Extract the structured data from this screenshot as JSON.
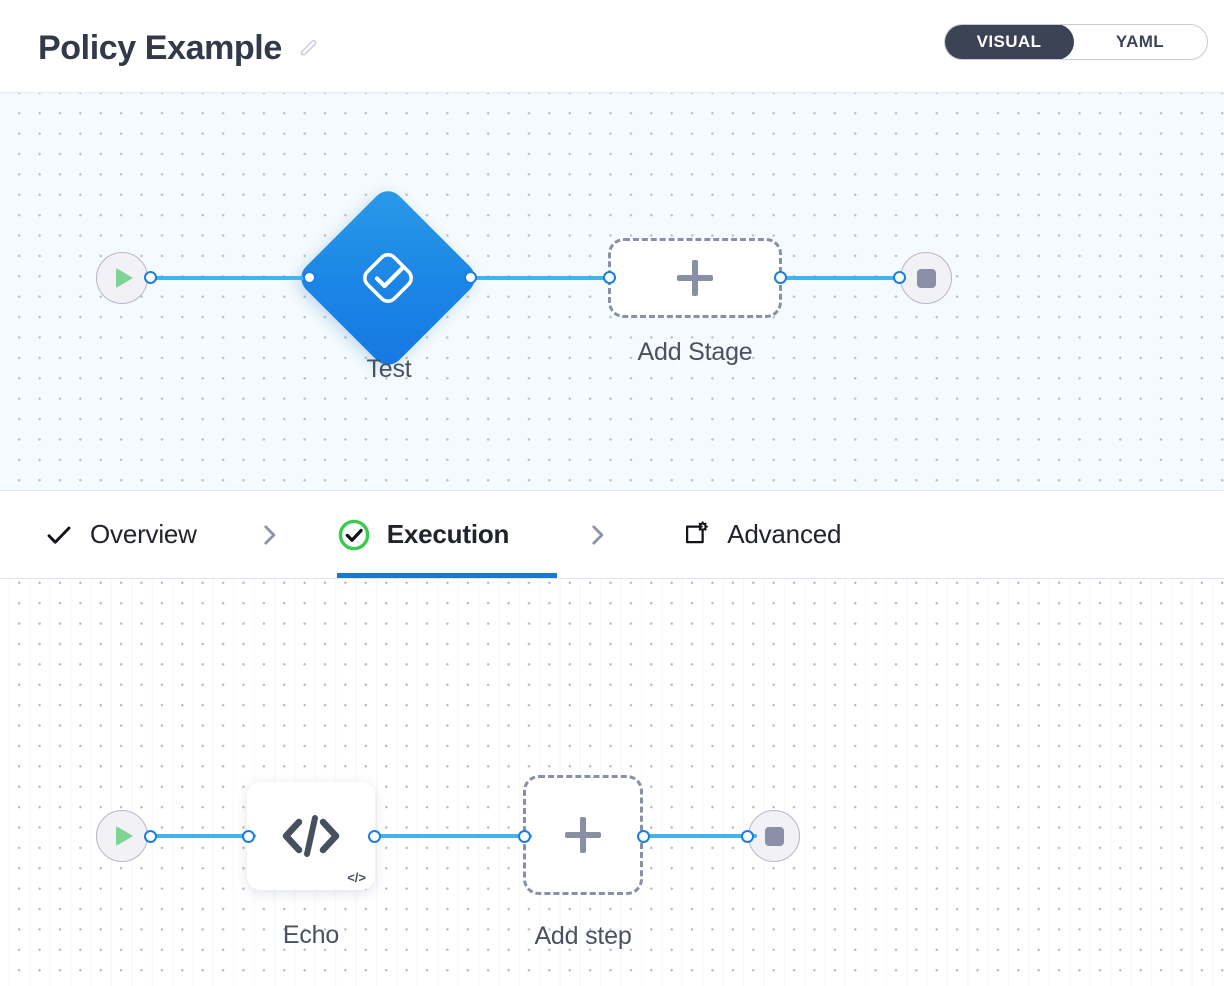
{
  "header": {
    "title": "Policy Example",
    "edit_icon": "pencil-icon",
    "mode_toggle": {
      "options": [
        "VISUAL",
        "YAML"
      ],
      "active": "VISUAL",
      "active_bg": "#3c4354"
    }
  },
  "stage_canvas": {
    "start_node": {
      "name": "start",
      "icon": "play-icon",
      "icon_color": "#7ed492"
    },
    "stage": {
      "label": "Test",
      "icon": "checklist-diamond-icon",
      "color": "#1b85e6"
    },
    "add_stage": {
      "label": "Add Stage",
      "icon": "plus-icon"
    },
    "end_node": {
      "name": "end",
      "icon": "stop-icon",
      "icon_color": "#8b90a8"
    },
    "link_color": "#43b3ee"
  },
  "tabs": [
    {
      "label": "Overview",
      "icon": "check-icon",
      "active": false
    },
    {
      "label": "Execution",
      "icon": "check-circle-icon",
      "active": true
    },
    {
      "label": "Advanced",
      "icon": "window-gear-icon",
      "active": false
    }
  ],
  "tab_separator_icon": "chevron-right-icon",
  "tab_active_color": "#1778d4",
  "tab_active_check_color": "#3ccb52",
  "step_canvas": {
    "start_node": {
      "name": "start",
      "icon": "play-icon",
      "icon_color": "#7ed492"
    },
    "step": {
      "label": "Echo",
      "icon": "code-icon",
      "badge": "</>"
    },
    "add_step": {
      "label": "Add step",
      "icon": "plus-icon"
    },
    "end_node": {
      "name": "end",
      "icon": "stop-icon",
      "icon_color": "#8b90a8"
    },
    "link_color": "#43b3ee"
  }
}
